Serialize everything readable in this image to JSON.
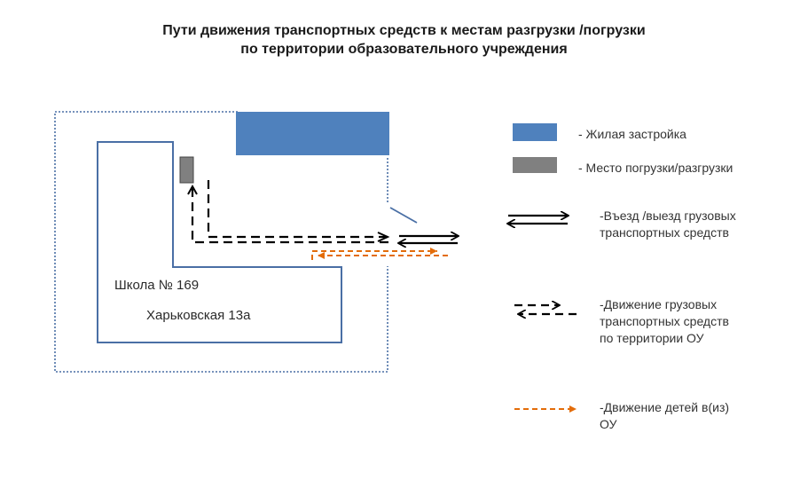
{
  "title": {
    "line1": "Пути движения транспортных средств к местам разгрузки /погрузки",
    "line2": "по территории образовательного учреждения"
  },
  "school": {
    "name": "Школа № 169",
    "address": "Харьковская 13а"
  },
  "colors": {
    "residential": "#4f81bd",
    "loading": "#808080",
    "boundary": "#4a6fa5",
    "truck_route": "#000000",
    "children_route": "#e36c09"
  },
  "legend": [
    {
      "key": "residential",
      "label": "- Жилая застройка"
    },
    {
      "key": "loading",
      "label": "- Место погрузки/разгрузки"
    },
    {
      "key": "entry_exit",
      "label": "-Въезд /выезд грузовых транспортных средств"
    },
    {
      "key": "truck_movement",
      "label": "-Движение грузовых транспортных средств по территории ОУ"
    },
    {
      "key": "children_movement",
      "label": "-Движение детей в(из) ОУ"
    }
  ]
}
